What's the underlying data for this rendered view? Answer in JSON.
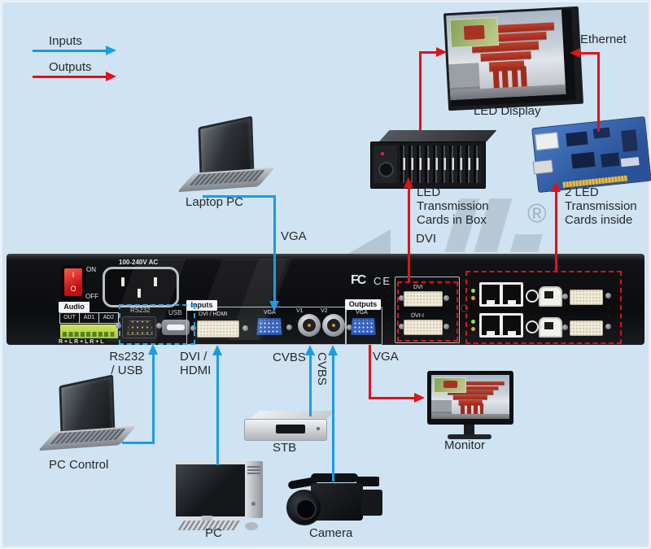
{
  "legend": {
    "inputs": "Inputs",
    "outputs": "Outputs"
  },
  "colors": {
    "background": "#cfe3f2",
    "input_line": "#1b9de3",
    "output_line": "#e0121a",
    "panel": "#0d0e10"
  },
  "connections": {
    "vga_laptop": "VGA",
    "dvi_box": "DVI",
    "ethernet": "Ethernet",
    "rs232_usb_line1": "Rs232",
    "rs232_usb_line2": "/ USB",
    "dvi_hdmi_line1": "DVI /",
    "dvi_hdmi_line2": "HDMI",
    "cvbs_stb": "CVBS",
    "cvbs_camera": "CVBS",
    "vga_monitor": "VGA"
  },
  "devices": {
    "laptop_pc": "Laptop PC",
    "led_display": "LED Display",
    "led_box_line1": "LED",
    "led_box_line2": "Transmission",
    "led_box_line3": "Cards in Box",
    "led_cards_line1": "2 LED",
    "led_cards_line2": "Transmission",
    "led_cards_line3": "Cards inside",
    "registered_mark": "®",
    "pc_control": "PC Control",
    "pc": "PC",
    "stb": "STB",
    "camera": "Camera",
    "monitor": "Monitor"
  },
  "panel": {
    "voltage": "100-240V AC",
    "power_on": "ON",
    "power_off": "OFF",
    "switch_on_symbol": "I",
    "switch_off_symbol": "O",
    "audio_label": "Audio",
    "audio_out": "OUT",
    "audio_ad1": "AD1",
    "audio_ad2": "AD2",
    "audio_terminals": "R + L R + L R + L",
    "rs232_label": "RS232",
    "usb_label": "USB",
    "inputs_label": "Inputs",
    "dvi_hdmi_label": "DVI / HDMI",
    "vga_in_label": "VGA",
    "v1_label": "V1",
    "v2_label": "V2",
    "outputs_label": "Outputs",
    "vga_out_label": "VGA",
    "dvi_out_label": "DVI",
    "dvi_i_out_label": "DVI-I",
    "fcc_mark": "FC",
    "ce_mark": "CE"
  }
}
